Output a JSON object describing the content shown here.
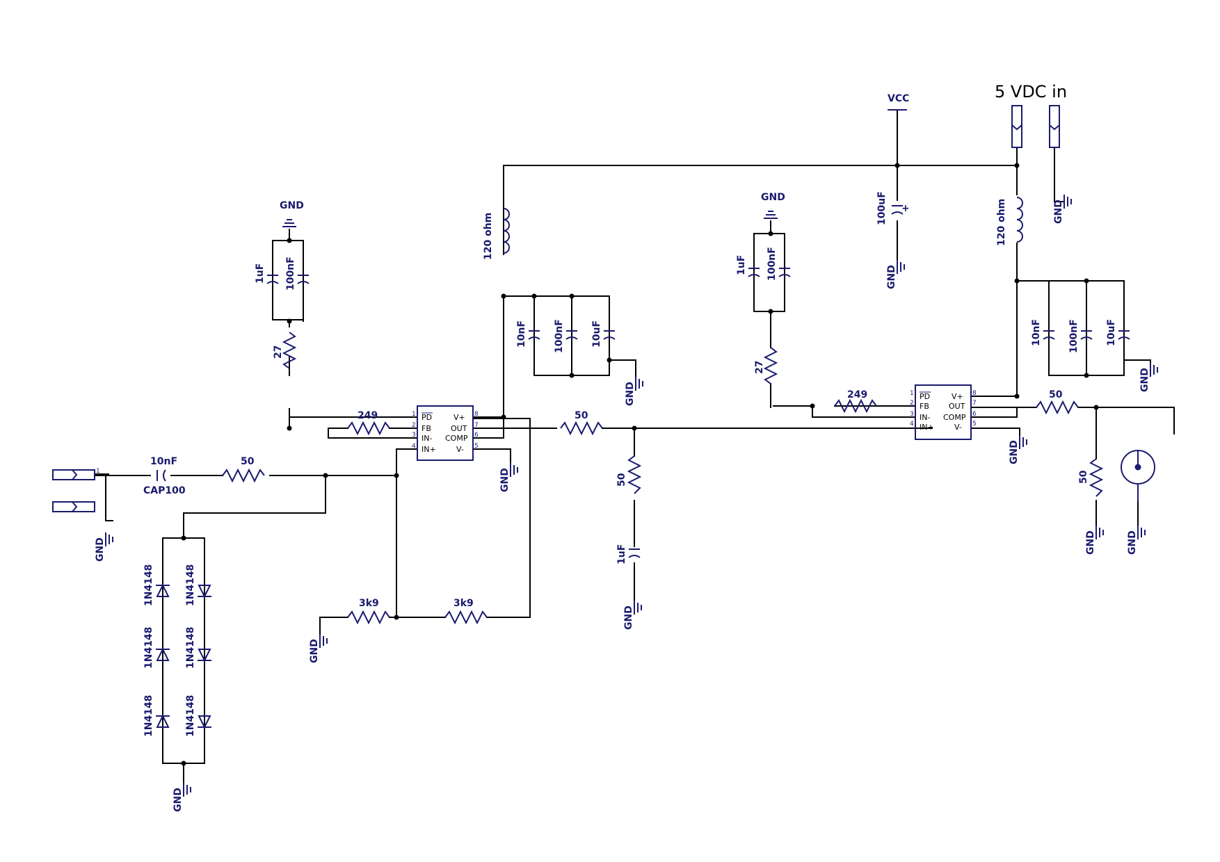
{
  "title": "5  VDC  in",
  "net_labels": {
    "vcc": "VCC",
    "gnd": "GND"
  },
  "ics": {
    "pin_names_left": [
      "PD",
      "FB",
      "IN-",
      "IN+"
    ],
    "pin_names_right": [
      "V+",
      "OUT",
      "COMP",
      "V-"
    ],
    "pin_nums_left": [
      "1",
      "2",
      "3",
      "4"
    ],
    "pin_nums_right": [
      "8",
      "7",
      "6",
      "5"
    ]
  },
  "components": {
    "c_in": "10nF",
    "c_in_ref": "CAP100",
    "r_in": "50",
    "r_bias1": "3k9",
    "r_bias2": "3k9",
    "diode": "1N4148",
    "u1_r_fb": "249",
    "u1_r_gain": "27",
    "u1_c_dec1": "1uF",
    "u1_c_dec2": "100nF",
    "l1": "120 ohm",
    "c_u1_10n": "10nF",
    "c_u1_100n": "100nF",
    "c_u1_10u": "10uF",
    "r_mid": "50",
    "r_mid_shunt": "50",
    "c_mid": "1uF",
    "c_bulk": "100uF",
    "u2_r_fb": "249",
    "u2_r_gain": "27",
    "u2_c_dec1": "1uF",
    "u2_c_dec2": "100nF",
    "l2": "120 ohm",
    "c_u2_10n": "10nF",
    "c_u2_100n": "100nF",
    "c_u2_10u": "10uF",
    "r_out": "50",
    "r_out_shunt": "50"
  },
  "pin_numbers": {
    "one": "1",
    "two": "2"
  },
  "plus_sign": "+"
}
